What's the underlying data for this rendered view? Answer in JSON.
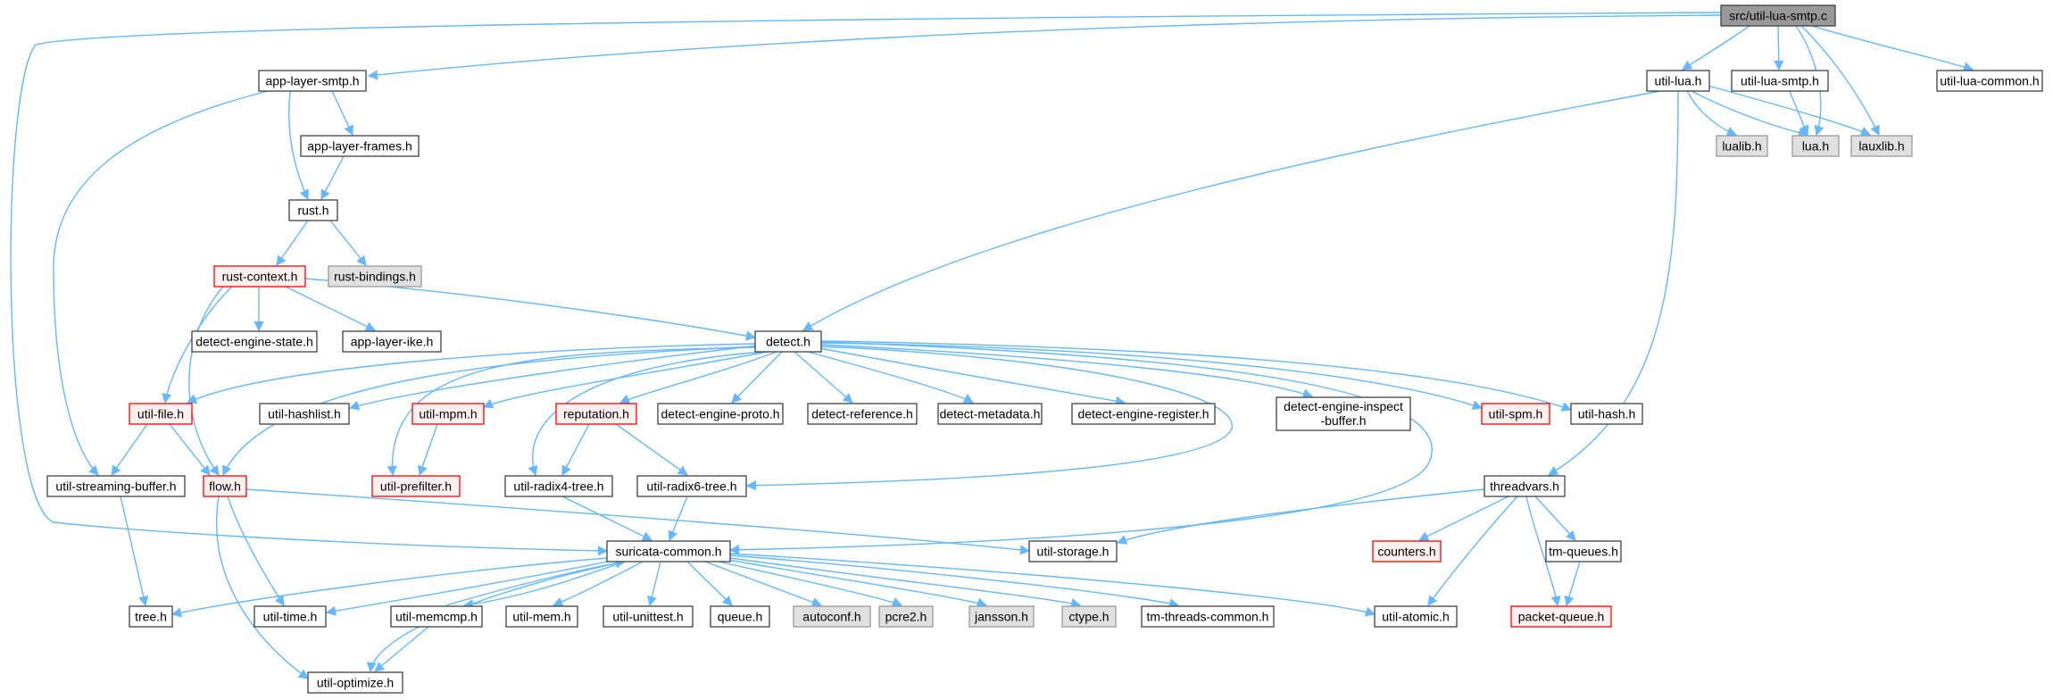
{
  "graph": {
    "colors": {
      "edge": "#63b8ff",
      "node_fill": "#ffffff",
      "node_border": "#404040",
      "root_fill": "#999999",
      "external_fill": "#e0e0e0",
      "external_border": "#999999",
      "truncated_fill": "#fff0f0",
      "truncated_border": "#ff0000"
    },
    "nodes": [
      {
        "id": "root",
        "label": "src/util-lua-smtp.c",
        "kind": "root"
      },
      {
        "id": "app-layer-smtp",
        "label": "app-layer-smtp.h",
        "kind": "normal"
      },
      {
        "id": "util-lua",
        "label": "util-lua.h",
        "kind": "normal"
      },
      {
        "id": "util-lua-smtp-h",
        "label": "util-lua-smtp.h",
        "kind": "normal"
      },
      {
        "id": "util-lua-common",
        "label": "util-lua-common.h",
        "kind": "normal"
      },
      {
        "id": "app-layer-frames",
        "label": "app-layer-frames.h",
        "kind": "normal"
      },
      {
        "id": "lualib",
        "label": "lualib.h",
        "kind": "external"
      },
      {
        "id": "lua",
        "label": "lua.h",
        "kind": "external"
      },
      {
        "id": "lauxlib",
        "label": "lauxlib.h",
        "kind": "external"
      },
      {
        "id": "rust",
        "label": "rust.h",
        "kind": "normal"
      },
      {
        "id": "rust-context",
        "label": "rust-context.h",
        "kind": "truncated"
      },
      {
        "id": "rust-bindings",
        "label": "rust-bindings.h",
        "kind": "external"
      },
      {
        "id": "detect-engine-state",
        "label": "detect-engine-state.h",
        "kind": "normal"
      },
      {
        "id": "app-layer-ike",
        "label": "app-layer-ike.h",
        "kind": "normal"
      },
      {
        "id": "detect",
        "label": "detect.h",
        "kind": "normal"
      },
      {
        "id": "util-file",
        "label": "util-file.h",
        "kind": "truncated"
      },
      {
        "id": "util-hashlist",
        "label": "util-hashlist.h",
        "kind": "normal"
      },
      {
        "id": "util-mpm",
        "label": "util-mpm.h",
        "kind": "truncated"
      },
      {
        "id": "reputation",
        "label": "reputation.h",
        "kind": "truncated"
      },
      {
        "id": "detect-engine-proto",
        "label": "detect-engine-proto.h",
        "kind": "normal"
      },
      {
        "id": "detect-reference",
        "label": "detect-reference.h",
        "kind": "normal"
      },
      {
        "id": "detect-metadata",
        "label": "detect-metadata.h",
        "kind": "normal"
      },
      {
        "id": "detect-engine-register",
        "label": "detect-engine-register.h",
        "kind": "normal"
      },
      {
        "id": "detect-engine-inspect-buffer",
        "label": "detect-engine-inspect",
        "label2": "-buffer.h",
        "kind": "normal"
      },
      {
        "id": "util-spm",
        "label": "util-spm.h",
        "kind": "truncated"
      },
      {
        "id": "util-hash",
        "label": "util-hash.h",
        "kind": "normal"
      },
      {
        "id": "util-streaming-buffer",
        "label": "util-streaming-buffer.h",
        "kind": "normal"
      },
      {
        "id": "flow",
        "label": "flow.h",
        "kind": "truncated"
      },
      {
        "id": "util-prefilter",
        "label": "util-prefilter.h",
        "kind": "truncated"
      },
      {
        "id": "util-radix4-tree",
        "label": "util-radix4-tree.h",
        "kind": "normal"
      },
      {
        "id": "util-radix6-tree",
        "label": "util-radix6-tree.h",
        "kind": "normal"
      },
      {
        "id": "threadvars",
        "label": "threadvars.h",
        "kind": "normal"
      },
      {
        "id": "suricata-common",
        "label": "suricata-common.h",
        "kind": "normal"
      },
      {
        "id": "util-storage",
        "label": "util-storage.h",
        "kind": "normal"
      },
      {
        "id": "counters",
        "label": "counters.h",
        "kind": "truncated"
      },
      {
        "id": "tm-queues",
        "label": "tm-queues.h",
        "kind": "normal"
      },
      {
        "id": "tree",
        "label": "tree.h",
        "kind": "normal"
      },
      {
        "id": "util-time",
        "label": "util-time.h",
        "kind": "normal"
      },
      {
        "id": "util-memcmp",
        "label": "util-memcmp.h",
        "kind": "normal"
      },
      {
        "id": "util-mem",
        "label": "util-mem.h",
        "kind": "normal"
      },
      {
        "id": "util-unittest",
        "label": "util-unittest.h",
        "kind": "normal"
      },
      {
        "id": "queue",
        "label": "queue.h",
        "kind": "normal"
      },
      {
        "id": "autoconf",
        "label": "autoconf.h",
        "kind": "external"
      },
      {
        "id": "pcre2",
        "label": "pcre2.h",
        "kind": "external"
      },
      {
        "id": "jansson",
        "label": "jansson.h",
        "kind": "external"
      },
      {
        "id": "ctype",
        "label": "ctype.h",
        "kind": "external"
      },
      {
        "id": "tm-threads-common",
        "label": "tm-threads-common.h",
        "kind": "normal"
      },
      {
        "id": "util-atomic",
        "label": "util-atomic.h",
        "kind": "normal"
      },
      {
        "id": "packet-queue",
        "label": "packet-queue.h",
        "kind": "truncated"
      },
      {
        "id": "util-optimize",
        "label": "util-optimize.h",
        "kind": "normal"
      }
    ]
  }
}
